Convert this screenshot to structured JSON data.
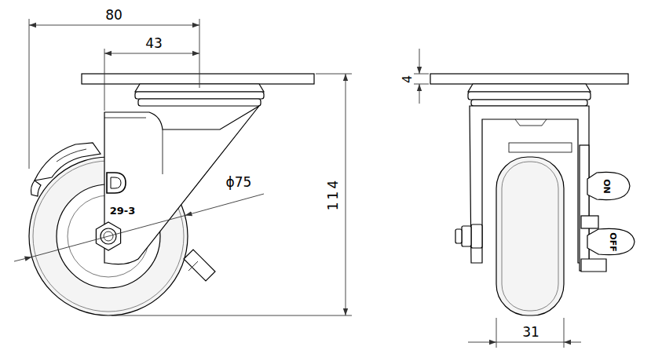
{
  "diagram": {
    "labels": [
      "80",
      "43",
      "ϕ75",
      "114",
      "4",
      "31",
      "29-3",
      "ON",
      "OFF"
    ]
  }
}
